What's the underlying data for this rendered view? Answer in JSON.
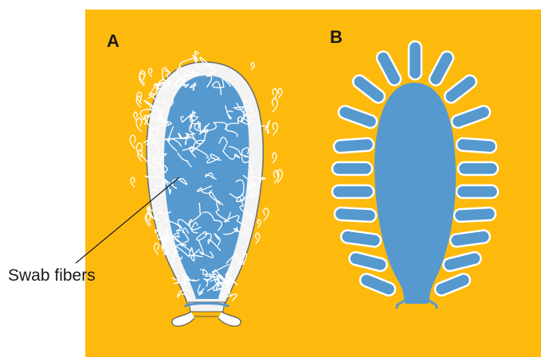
{
  "colors": {
    "background": "#FDBA0C",
    "swab_blue": "#5599CF",
    "fiber_white": "#FFFFFF",
    "coating_white": "#F3F3F3",
    "outline_dark": "#5A5A5A",
    "text": "#1A1A1A"
  },
  "panels": [
    {
      "label": "A"
    },
    {
      "label": "B"
    }
  ],
  "callout": {
    "label": "Swab fibers"
  }
}
